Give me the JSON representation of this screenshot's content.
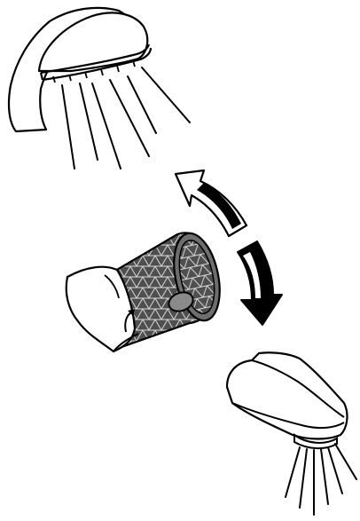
{
  "diagram": {
    "components": [
      {
        "name": "shower-head-spray-face",
        "icon": "shower-head"
      },
      {
        "name": "cylindrical-filter-cartridge",
        "icon": "mesh-filter"
      },
      {
        "name": "filter-housing-cap",
        "icon": "open-cap"
      },
      {
        "name": "shower-head-connector",
        "icon": "shower-neck"
      }
    ],
    "rotation": {
      "directions": [
        "counter-clockwise",
        "clockwise"
      ]
    },
    "colors": {
      "line": "#000000",
      "background": "#ffffff",
      "mesh_fill": "#555555",
      "window_fill": "#888888"
    }
  }
}
